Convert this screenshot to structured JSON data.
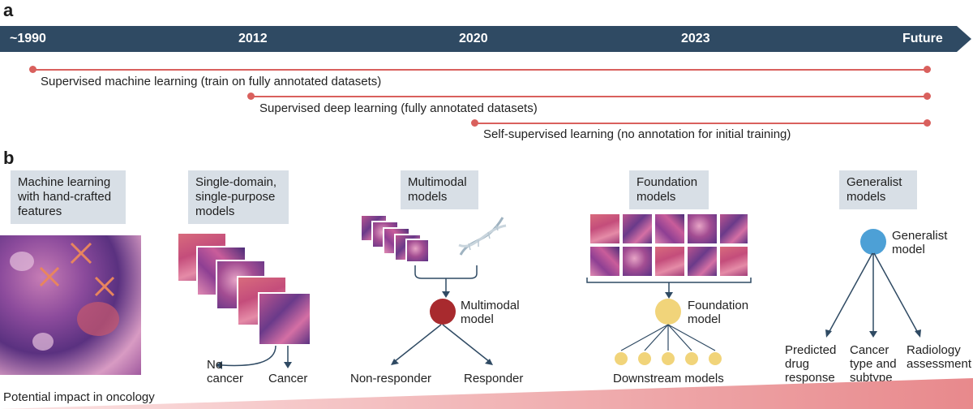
{
  "panel_a": {
    "letter": "a",
    "years": [
      "~1990",
      "2012",
      "2020",
      "2023",
      "Future"
    ],
    "eras": [
      "Supervised machine learning (train on fully annotated datasets)",
      "Supervised deep learning (fully annotated datasets)",
      "Self-supervised learning (no annotation for initial training)"
    ],
    "colors": {
      "bar": "#2f4a63",
      "line": "#d9605d"
    }
  },
  "panel_b": {
    "letter": "b",
    "stages": [
      {
        "title": "Machine learning with hand-crafted features"
      },
      {
        "title": "Single-domain, single-purpose models",
        "outputs": [
          "No cancer",
          "Cancer"
        ]
      },
      {
        "title": "Multimodal models",
        "node": "Multimodal model",
        "outputs": [
          "Non-responder",
          "Responder"
        ]
      },
      {
        "title": "Foundation models",
        "node": "Foundation model",
        "outputs": [
          "Downstream models"
        ]
      },
      {
        "title": "Generalist models",
        "node": "Generalist model",
        "outputs": [
          "Predicted drug response",
          "Cancer type and subtype",
          "Radiology assessment"
        ]
      }
    ],
    "impact_label": "Potential impact in oncology",
    "colors": {
      "multimodal": "#a82a2e",
      "foundation": "#f1d47a",
      "generalist": "#4da0d6",
      "impact": "#e8898c"
    }
  }
}
